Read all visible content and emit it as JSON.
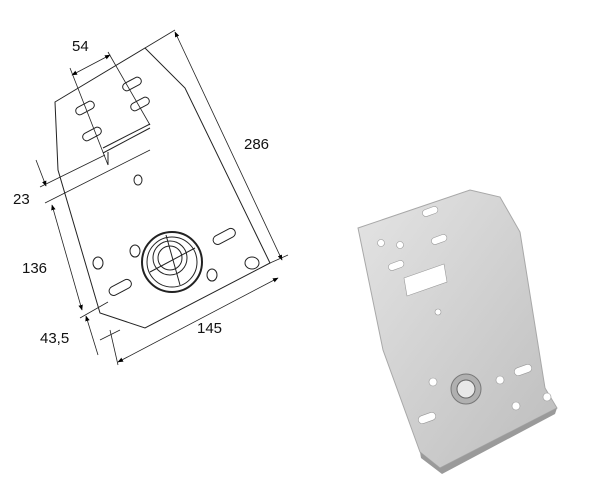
{
  "drawing": {
    "dimensions": {
      "slot_spacing": "54",
      "total_height": "286",
      "upper_offset": "23",
      "middle_height": "136",
      "lower_offset": "43,5",
      "width": "145"
    }
  },
  "photo": {
    "plate_color": "#d6d6d6",
    "hole_color": "#ffffff"
  }
}
